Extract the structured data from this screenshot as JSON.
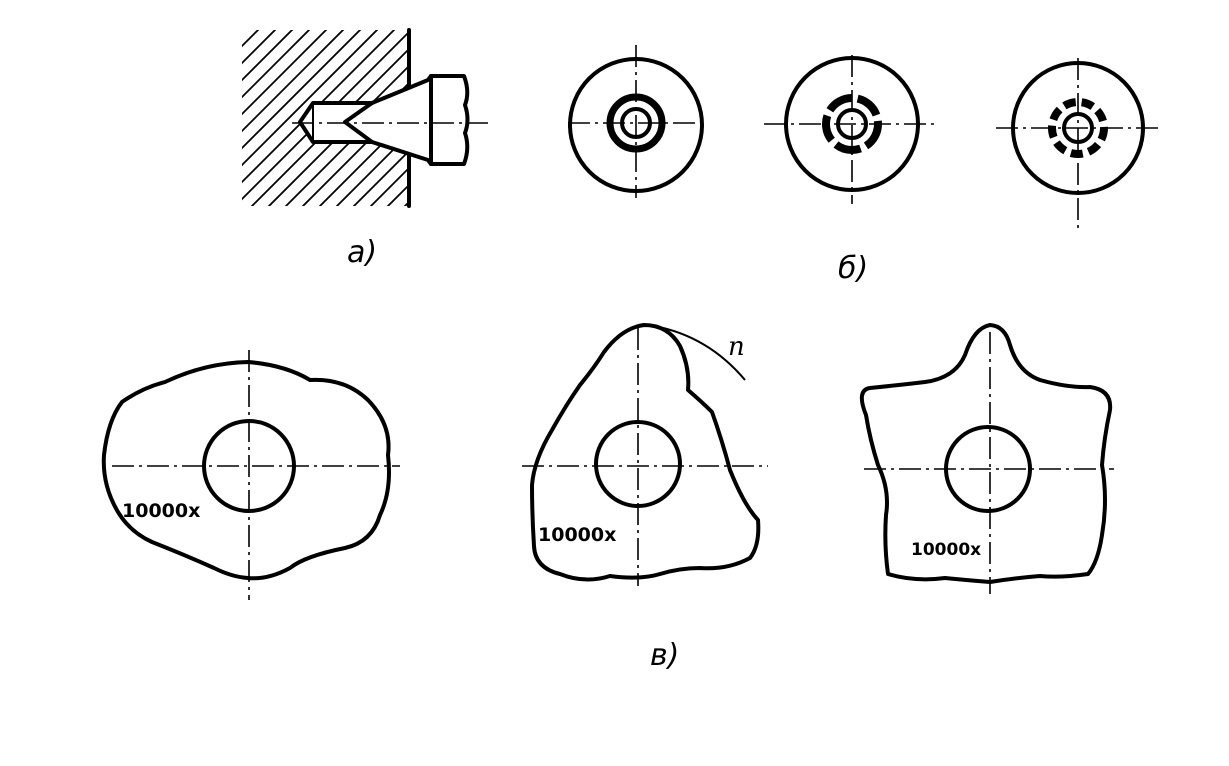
{
  "labels": {
    "a": "a)",
    "b": "б)",
    "c": "в)"
  },
  "magnification": {
    "c1": "10000x",
    "c2": "10000x",
    "c3": "10000x"
  },
  "profile_mark": "п",
  "colors": {
    "ink": "#000000",
    "background": "#ffffff"
  }
}
